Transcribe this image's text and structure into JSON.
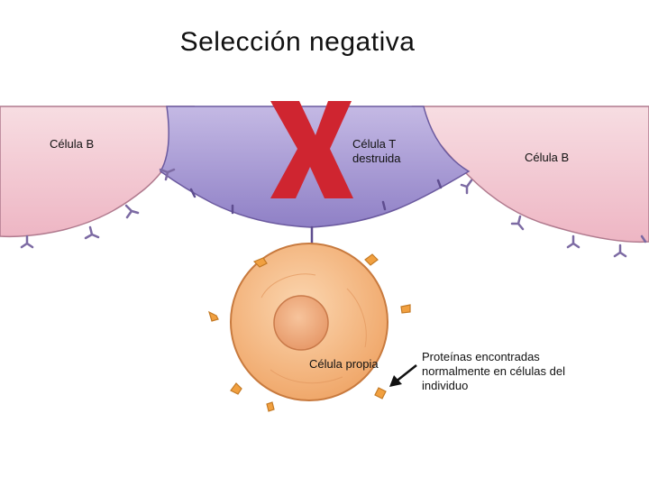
{
  "title": "Selección negativa",
  "labels": {
    "b_cell_left": "Célula B",
    "t_cell": "Célula T destruida",
    "b_cell_right": "Célula B",
    "self_cell": "Célula propia",
    "proteins": "Proteínas encontradas normalmente en células del individuo"
  },
  "colors": {
    "b_cell_fill": "#f3c9d2",
    "t_cell_fill": "#a99bd3",
    "self_cell_fill": "#f6bf8e",
    "cross_mark": "#cf2530",
    "receptor": "#7c6aa3",
    "self_protein": "#f1a040"
  },
  "icons": {
    "destroyed_mark": "x-icon",
    "pointer": "arrow-icon"
  }
}
